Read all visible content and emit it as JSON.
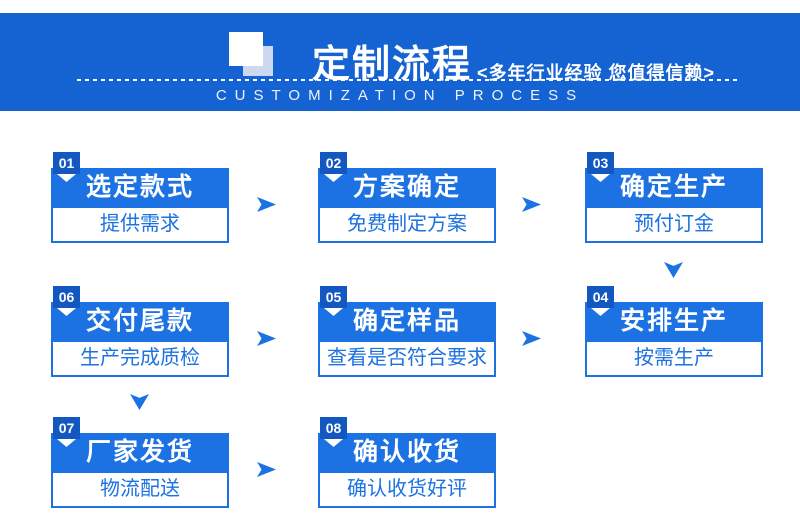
{
  "header": {
    "title": "定制流程",
    "subtitle": "<多年行业经验 您值得信赖>",
    "subtitle_en": "CUSTOMIZATION PROCESS"
  },
  "steps": [
    {
      "number": "01",
      "title": "选定款式",
      "desc": "提供需求"
    },
    {
      "number": "02",
      "title": "方案确定",
      "desc": "免费制定方案"
    },
    {
      "number": "03",
      "title": "确定生产",
      "desc": "预付订金"
    },
    {
      "number": "04",
      "title": "安排生产",
      "desc": "按需生产"
    },
    {
      "number": "05",
      "title": "确定样品",
      "desc": "查看是否符合要求"
    },
    {
      "number": "06",
      "title": "交付尾款",
      "desc": "生产完成质检"
    },
    {
      "number": "07",
      "title": "厂家发货",
      "desc": "物流配送"
    },
    {
      "number": "08",
      "title": "确认收货",
      "desc": "确认收货好评"
    }
  ],
  "colors": {
    "banner": "#1563d2",
    "accent": "#1c72e2",
    "badge": "#1358c0",
    "tint": "#ccd8ef"
  }
}
